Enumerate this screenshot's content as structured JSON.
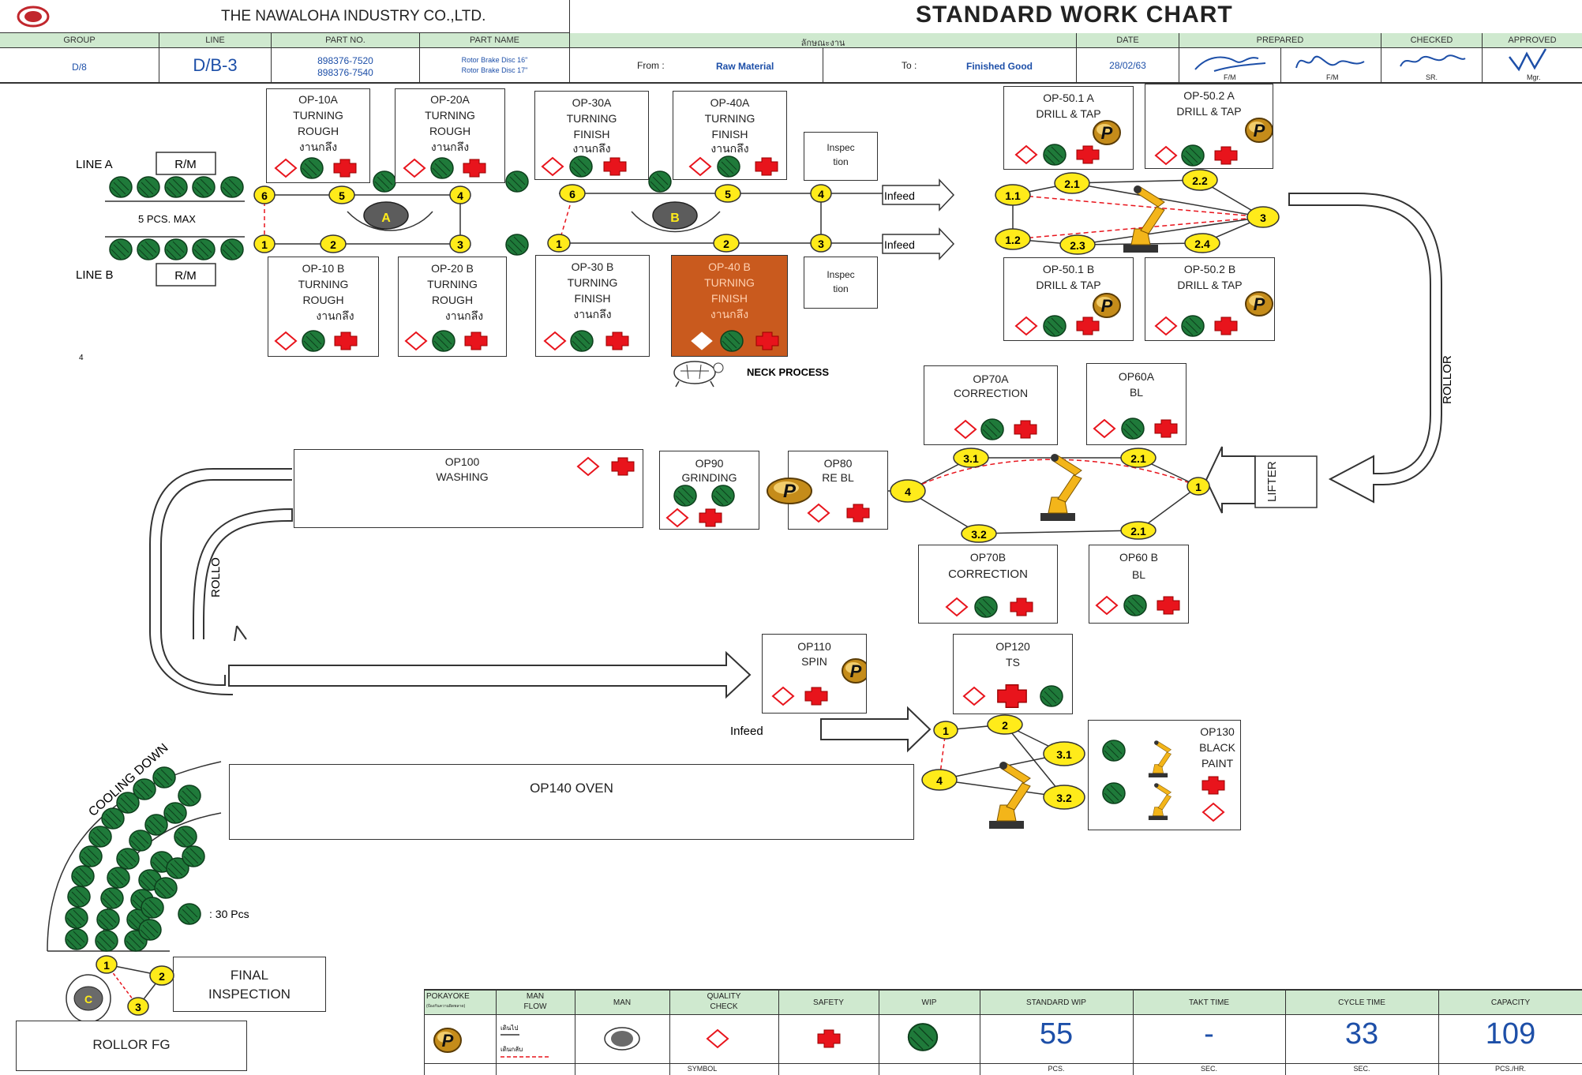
{
  "header": {
    "company": "THE NAWALOHA INDUSTRY CO.,LTD.",
    "title": "STANDARD WORK CHART",
    "group_label": "GROUP",
    "group_value": "D/8",
    "line_label": "LINE",
    "line_value": "D/B-3",
    "partno_label": "PART NO.",
    "partno_1": "898376-7520",
    "partno_2": "898376-7540",
    "partname_label": "PART NAME",
    "partname_1": "Rotor Brake Disc 16\"",
    "partname_2": "Rotor Brake Disc 17\"",
    "scope_label": "ลักษณะงาน",
    "from_label": "From :",
    "from_value": "Raw Material",
    "to_label": "To :",
    "to_value": "Finished Good",
    "date_label": "DATE",
    "date_value": "28/02/63",
    "prepared_label": "PREPARED",
    "checked_label": "CHECKED",
    "approved_label": "APPROVED",
    "fm1": "F/M",
    "fm2": "F/M",
    "sr": "SR.",
    "mgr": "Mgr."
  },
  "lines": {
    "line_a": "LINE A",
    "line_b": "LINE B",
    "rm_a": "R/M",
    "rm_b": "R/M",
    "max": "5 PCS. MAX",
    "infeed_a": "Infeed",
    "infeed_b": "Infeed",
    "inspec_a_1": "Inspec",
    "inspec_a_2": "tion",
    "inspec_b_1": "Inspec",
    "inspec_b_2": "tion",
    "neck": "NECK PROCESS",
    "small4": "4"
  },
  "ops_top": [
    {
      "t1": "OP-10A",
      "t2": "TURNING",
      "t3": "ROUGH",
      "t4": "งานกลึง"
    },
    {
      "t1": "OP-20A",
      "t2": "TURNING",
      "t3": "ROUGH",
      "t4": "งานกลึง"
    },
    {
      "t1": "OP-30A",
      "t2": "TURNING",
      "t3": "FINISH",
      "t4": "งานกลึง"
    },
    {
      "t1": "OP-40A",
      "t2": "TURNING",
      "t3": "FINISH",
      "t4": "งานกลึง"
    }
  ],
  "ops_bottom": [
    {
      "t1": "OP-10 B",
      "t2": "TURNING",
      "t3": "ROUGH",
      "t4": "งานกลึง"
    },
    {
      "t1": "OP-20 B",
      "t2": "TURNING",
      "t3": "ROUGH",
      "t4": "งานกลึง"
    },
    {
      "t1": "OP-30 B",
      "t2": "TURNING",
      "t3": "FINISH",
      "t4": "งานกลึง"
    },
    {
      "t1": "OP-40 B",
      "t2": "TURNING",
      "t3": "FINISH",
      "t4": "งานกลึง"
    }
  ],
  "drill": [
    {
      "t1": "OP-50.1 A",
      "t2": "DRILL & TAP"
    },
    {
      "t1": "OP-50.2 A",
      "t2": "DRILL & TAP"
    },
    {
      "t1": "OP-50.1 B",
      "t2": "DRILL & TAP"
    },
    {
      "t1": "OP-50.2 B",
      "t2": "DRILL & TAP"
    }
  ],
  "mid": {
    "op70a_1": "OP70A",
    "op70a_2": "CORRECTION",
    "op60a_1": "OP60A",
    "op60a_2": "BL",
    "op70b_1": "OP70B",
    "op70b_2": "CORRECTION",
    "op60b_1": "OP60 B",
    "op60b_2": "BL",
    "op80_1": "OP80",
    "op80_2": "RE BL",
    "op90_1": "OP90",
    "op90_2": "GRINDING",
    "op100_1": "OP100",
    "op100_2": "WASHING",
    "rollor": "ROLLOR",
    "lifter": "LIFTER",
    "rollo": "ROLLO"
  },
  "lower": {
    "op110_1": "OP110",
    "op110_2": "SPIN",
    "op120_1": "OP120",
    "op120_2": "TS",
    "infeed": "Infeed",
    "op130_1": "OP130",
    "op130_2": "BLACK",
    "op130_3": "PAINT",
    "op140": "OP140 OVEN",
    "cooling": "COOLING DOWN",
    "pcs30": ": 30 Pcs",
    "final_1": "FINAL",
    "final_2": "INSPECTION",
    "rollor_fg": "ROLLOR FG"
  },
  "nodes": {
    "a_top": [
      "6",
      "5",
      "4"
    ],
    "a_bot": [
      "1",
      "2",
      "3"
    ],
    "b_top": [
      "6",
      "5",
      "4"
    ],
    "b_bot": [
      "1",
      "2",
      "3"
    ],
    "man_a": "A",
    "man_b": "B",
    "man_c": "C",
    "drill": [
      "1.1",
      "2.1",
      "2.2",
      "1.2",
      "2.3",
      "2.4",
      "3"
    ],
    "mid": [
      "3.1",
      "2.1",
      "4",
      "1",
      "3.2",
      "2.1"
    ],
    "low": [
      "1",
      "2",
      "3.1",
      "4",
      "3.2"
    ],
    "fin": [
      "1",
      "2",
      "3"
    ],
    "p": "P"
  },
  "legend": {
    "pokayoke": "POKAYOKE",
    "pokayoke_sub": "(ป้องกันความผิดพลาด)",
    "manflow_1": "MAN",
    "manflow_2": "FLOW",
    "flow_solid": "เดินไป",
    "flow_dash": "เดินกลับ",
    "man": "MAN",
    "quality_1": "QUALITY",
    "quality_2": "CHECK",
    "safety": "SAFETY",
    "wip": "WIP",
    "symbol": "SYMBOL",
    "std_wip_label": "STANDARD WIP",
    "std_wip_value": "55",
    "std_wip_unit": "PCS.",
    "takt_label": "TAKT TIME",
    "takt_value": "-",
    "takt_unit": "SEC.",
    "cycle_label": "CYCLE TIME",
    "cycle_value": "33",
    "cycle_unit": "SEC.",
    "capacity_label": "CAPACITY",
    "capacity_value": "109",
    "capacity_unit": "PCS./HR."
  },
  "colors": {
    "wip_green": "#1f7a3a",
    "node_yellow": "#ffeb1a",
    "safety_red": "#e8141c",
    "quality_red": "#e8141c",
    "op40b_fill": "#c95a1e",
    "header_green": "#cfe9cf",
    "value_blue": "#1d4fa8"
  }
}
